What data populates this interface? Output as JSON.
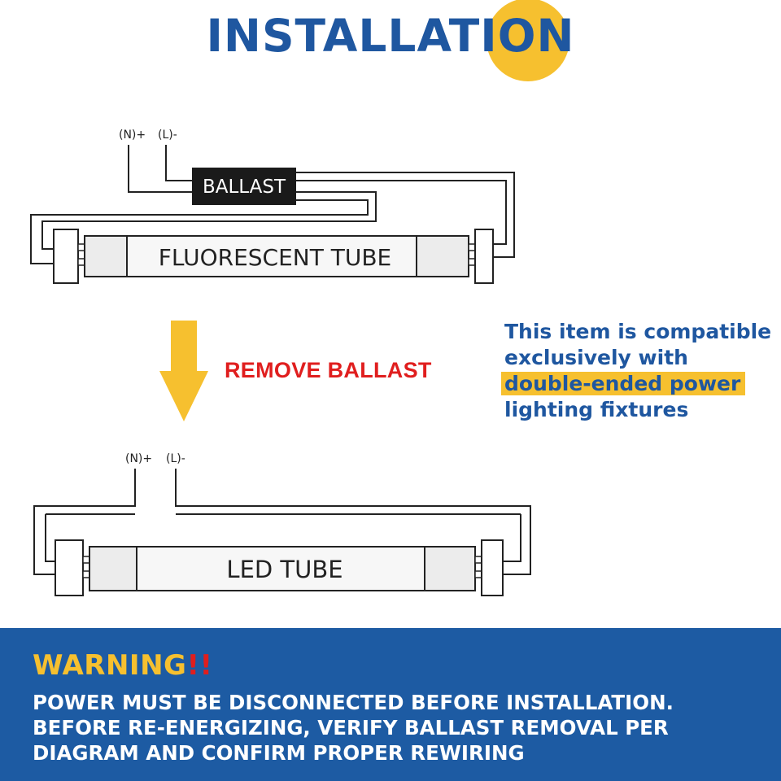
{
  "title": "INSTALLATION",
  "top_diagram": {
    "neutral_label": "(N)+",
    "live_label": "(L)-",
    "ballast_label": "BALLAST",
    "tube_label": "FLUORESCENT TUBE"
  },
  "arrow_label": "REMOVE BALLAST",
  "bottom_diagram": {
    "neutral_label": "(N)+",
    "live_label": "(L)-",
    "tube_label": "LED TUBE"
  },
  "compat_note": {
    "line1": "This item is compatible",
    "line2": "exclusively with",
    "line3_highlight": "double-ended power",
    "line4": "lighting fixtures"
  },
  "warning": {
    "heading": "WARNING",
    "exclaim": "!!",
    "line1": "POWER MUST BE DISCONNECTED BEFORE INSTALLATION.",
    "line2": "BEFORE RE-ENERGIZING, VERIFY BALLAST REMOVAL PER",
    "line3": "DIAGRAM AND CONFIRM PROPER REWIRING"
  },
  "colors": {
    "brand_blue": "#1f57a0",
    "accent_yellow": "#f6c02f",
    "alert_red": "#e01e1e",
    "banner_blue": "#1d5ba3"
  }
}
